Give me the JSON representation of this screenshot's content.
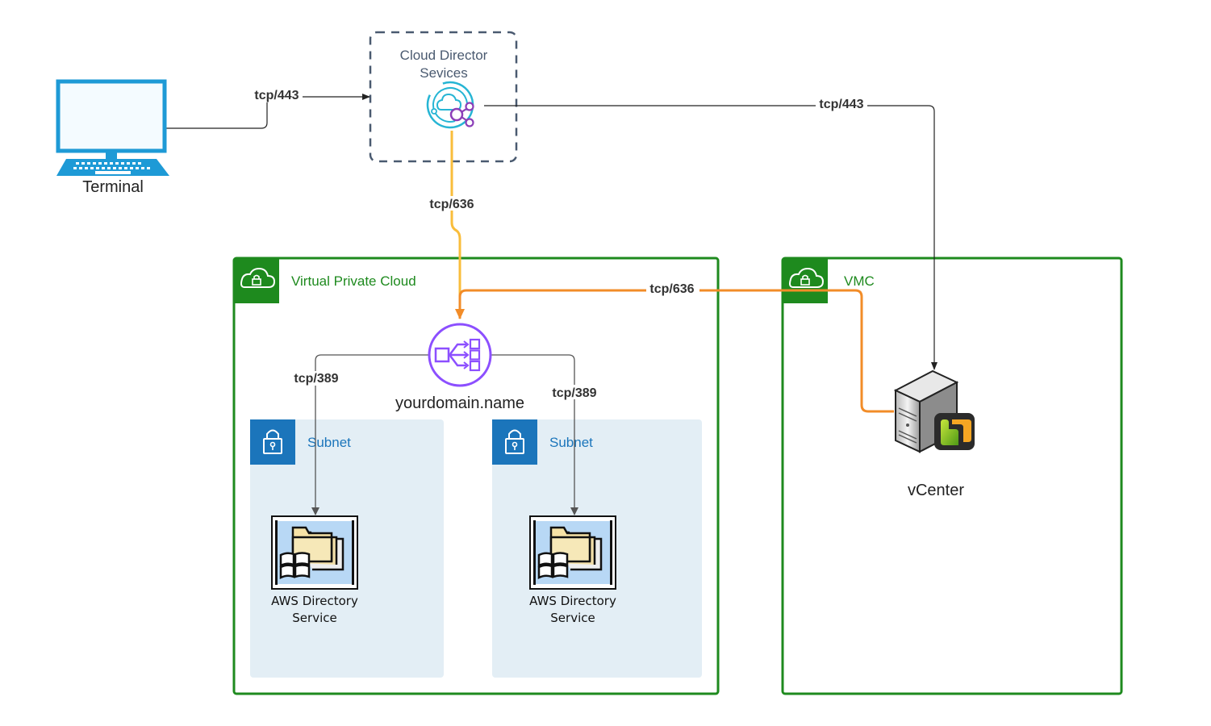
{
  "nodes": {
    "terminal": {
      "label": "Terminal",
      "icon": "laptop-icon"
    },
    "cds": {
      "label_line1": "Cloud Director",
      "label_line2": "Sevices",
      "icon": "cloud-director-icon"
    },
    "lb": {
      "label": "yourdomain.name",
      "icon": "load-balancer-icon"
    },
    "vcenter": {
      "label": "vCenter",
      "icon": "vcenter-server-icon"
    },
    "ds1": {
      "label_line1": "AWS Directory",
      "label_line2": "Service",
      "icon": "directory-service-icon"
    },
    "ds2": {
      "label_line1": "AWS Directory",
      "label_line2": "Service",
      "icon": "directory-service-icon"
    }
  },
  "groups": {
    "vpc": {
      "label": "Virtual Private Cloud",
      "icon": "cloud-lock-icon"
    },
    "vmc": {
      "label": "VMC",
      "icon": "cloud-lock-icon"
    },
    "subnet1": {
      "label": "Subnet",
      "icon": "padlock-icon"
    },
    "subnet2": {
      "label": "Subnet",
      "icon": "padlock-icon"
    }
  },
  "edges": {
    "terminal_cds": {
      "label": "tcp/443"
    },
    "cds_vcenter": {
      "label": "tcp/443"
    },
    "cds_lb": {
      "label": "tcp/636"
    },
    "vcenter_lb": {
      "label": "tcp/636"
    },
    "lb_ds1": {
      "label": "tcp/389"
    },
    "lb_ds2": {
      "label": "tcp/389"
    }
  },
  "colors": {
    "group_green": "#1e8a1e",
    "subnet_blue": "#1b75bb",
    "subnet_fill": "#e3eef5",
    "ldap_yellow": "#f9bd3b",
    "ldap_orange": "#f28c28",
    "lb_purple": "#8c4fff",
    "cds_dash": "#4a5a70"
  }
}
